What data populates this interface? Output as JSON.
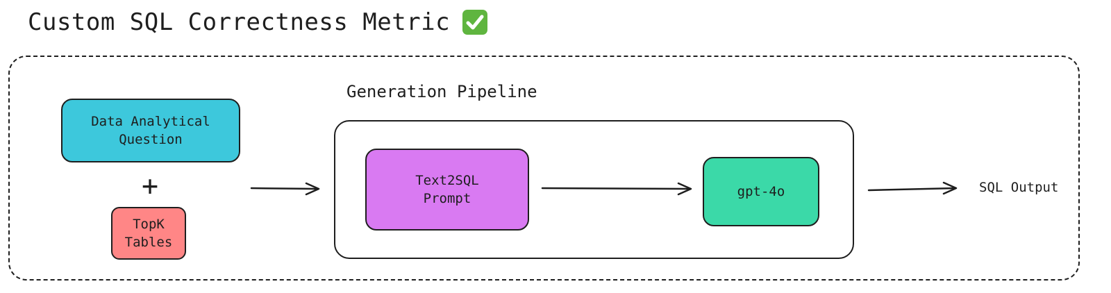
{
  "title": "Custom SQL Correctness Metric",
  "title_icon": "check-mark-icon",
  "nodes": {
    "question": "Data Analytical\nQuestion",
    "topk": "TopK\nTables",
    "pipeline_label": "Generation Pipeline",
    "prompt": "Text2SQL\nPrompt",
    "model": "gpt-4o",
    "output": "SQL Output"
  },
  "plus_symbol": "+",
  "colors": {
    "question": "#3dc8dc",
    "topk": "#ff8686",
    "prompt": "#d97af2",
    "model": "#3bd9a8",
    "check": "#5fb53f"
  }
}
